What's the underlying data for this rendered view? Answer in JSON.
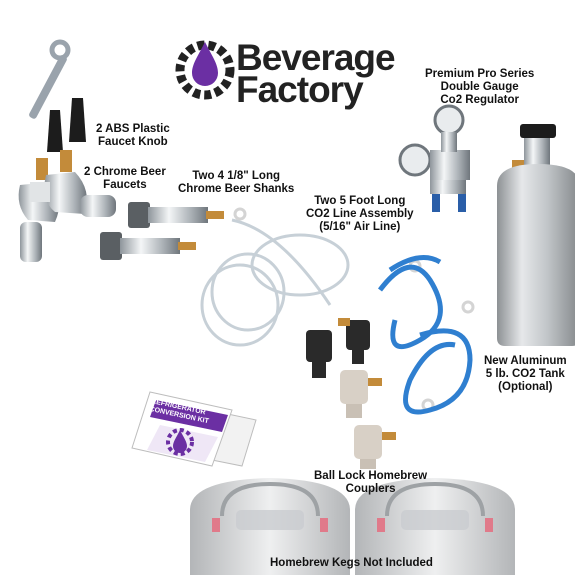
{
  "brand": {
    "line1": "Beverage",
    "line2": "Factory",
    "accent_color": "#6b2fa3",
    "icon": "gear-droplet-logo-icon"
  },
  "labels": {
    "faucet_knob": [
      "2 ABS Plastic",
      "Faucet Knob"
    ],
    "faucets": [
      "2 Chrome Beer",
      "Faucets"
    ],
    "shanks": [
      "Two 4 1/8\" Long",
      "Chrome Beer Shanks"
    ],
    "co2_line": [
      "Two 5 Foot Long",
      "CO2 Line Assembly",
      "(5/16\" Air Line)"
    ],
    "regulator": [
      "Premium Pro Series",
      "Double Gauge",
      "Co2 Regulator"
    ],
    "tank": [
      "New Aluminum",
      "5 lb. CO2 Tank",
      "(Optional)"
    ],
    "couplers": [
      "Ball Lock Homebrew",
      "Couplers"
    ],
    "kegs": "Homebrew Kegs Not Included"
  },
  "manual": {
    "title_line1": "REFRIGERATOR",
    "title_line2": "CONVERSION KIT"
  },
  "colors": {
    "hose_blue": "#2f7fd0",
    "hose_clear": "#cfd8df",
    "chrome": "#c9ced3",
    "coupler_black": "#2a2a2a",
    "coupler_grey": "#d8d0c6",
    "tank_aluminum": "#bfc3c6"
  }
}
